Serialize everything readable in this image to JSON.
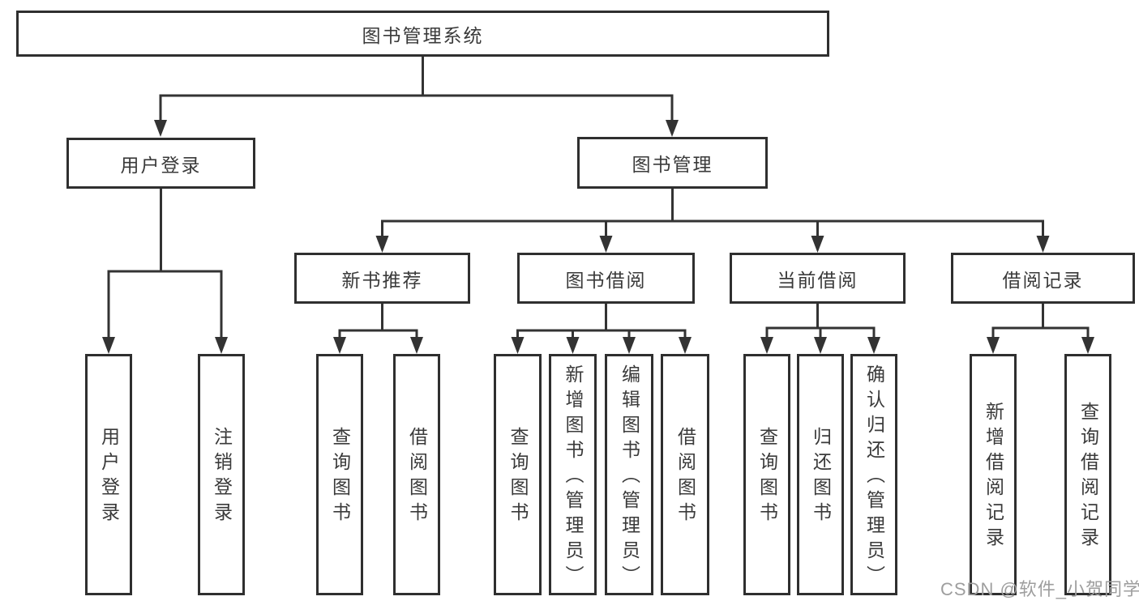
{
  "tree": {
    "root": {
      "label": "图书管理系统"
    },
    "children": [
      {
        "label": "用户登录",
        "children": [
          {
            "label": "用户登录"
          },
          {
            "label": "注销登录"
          }
        ]
      },
      {
        "label": "图书管理",
        "children": [
          {
            "label": "新书推荐",
            "children": [
              {
                "label": "查询图书"
              },
              {
                "label": "借阅图书"
              }
            ]
          },
          {
            "label": "图书借阅",
            "children": [
              {
                "label": "查询图书"
              },
              {
                "label": "新增图书（管理员）"
              },
              {
                "label": "编辑图书（管理员）"
              },
              {
                "label": "借阅图书"
              }
            ]
          },
          {
            "label": "当前借阅",
            "children": [
              {
                "label": "查询图书"
              },
              {
                "label": "归还图书"
              },
              {
                "label": "确认归还（管理员）"
              }
            ]
          },
          {
            "label": "借阅记录",
            "children": [
              {
                "label": "新增借阅记录"
              },
              {
                "label": "查询借阅记录"
              }
            ]
          }
        ]
      }
    ]
  },
  "watermark": "CSDN @软件_小贺同学",
  "colors": {
    "line": "#333333",
    "border": "#2f2f2f",
    "text": "#3a3a3a",
    "watermark": "#9e9e9e",
    "background": "#ffffff"
  }
}
